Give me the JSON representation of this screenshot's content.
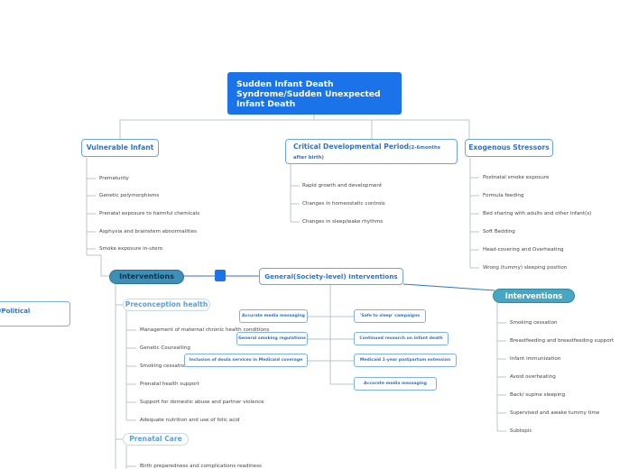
{
  "root": {
    "title": "Sudden Infant Death Syndrome/Sudden Unexpected Infant Death"
  },
  "branches": {
    "vulnerable": {
      "title": "Vulnerable Infant",
      "items": [
        "Prematurity",
        "Genetic polymorphisms",
        "Prenatal exposure to harmful chemicals",
        "Asphyxia and brainstem abnormalities",
        "Smoke exposure in-utero"
      ]
    },
    "critical": {
      "title": "Critical Developmental Period",
      "title_suffix": "(2-6months after birth)",
      "items": [
        "Rapid growth and development",
        "Changes in homeostatic controls",
        "Changes in sleep/wake rhythms"
      ]
    },
    "exogenous": {
      "title": "Exogenous Stressors",
      "items": [
        "Postnatal smoke exposure",
        "Formula feeding",
        "Bed sharing with adults and other infant(s)",
        "Soft Bedding",
        "Head-covering and Overheating",
        "Wrong (tummy) sleeping position"
      ]
    }
  },
  "interventions_left": {
    "title": "Interventions",
    "preconception": {
      "title": "Preconception health",
      "items": [
        "Management of maternal chronic health conditions",
        "Genetic Counselling",
        "Smoking cessation",
        "Prenatal health support",
        "Support for domestic abuse and partner violence",
        "Adequate nutrition and use of folic acid"
      ]
    },
    "prenatal": {
      "title": "Prenatal Care",
      "items": [
        "Birth preparedness and complications readiness"
      ]
    }
  },
  "general": {
    "title": "General(Society-level) Interventions",
    "left_items": [
      "Accurate media messaging",
      "General smoking regulations",
      "Inclusion of doula services in Medicaid coverage"
    ],
    "right_items": [
      "'Safe to sleep' campaigns",
      "Continued research on infant death",
      "Medicaid 1-year postpartum extension",
      "Accurate media messaging"
    ]
  },
  "interventions_right": {
    "title": "Interventions",
    "items": [
      "Smoking cessation",
      "Breastfeeding and breastfeeding support",
      "Infant immunization",
      "Avoid overheating",
      "Back/ supine sleeping",
      "Supervised and awake tummy time",
      "Subtopic"
    ]
  },
  "cut_node": {
    "label": "/Political"
  },
  "colors": {
    "root": "#1a73e8",
    "border": "#6fa4de",
    "text_blue": "#2f73c9",
    "teal_pill": "#46a6c4"
  }
}
